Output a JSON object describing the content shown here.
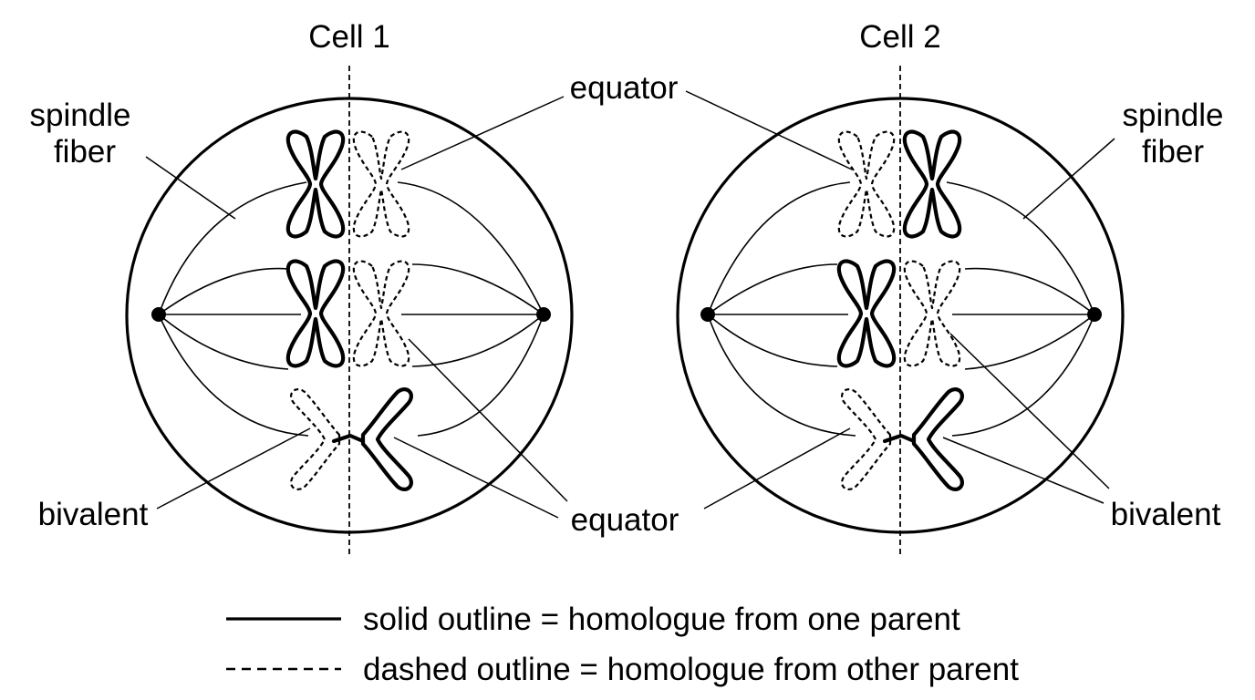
{
  "cells": [
    {
      "title": "Cell 1",
      "spindle_label": [
        "spindle",
        "fiber"
      ],
      "equator_top_label": "equator",
      "equator_bottom_label": "equator",
      "bivalent_label": "bivalent"
    },
    {
      "title": "Cell 2",
      "spindle_label": [
        "spindle",
        "fiber"
      ],
      "bivalent_label": "bivalent"
    }
  ],
  "legend": {
    "solid": "solid outline = homologue from one parent",
    "dashed": "dashed outline = homologue from other parent"
  }
}
